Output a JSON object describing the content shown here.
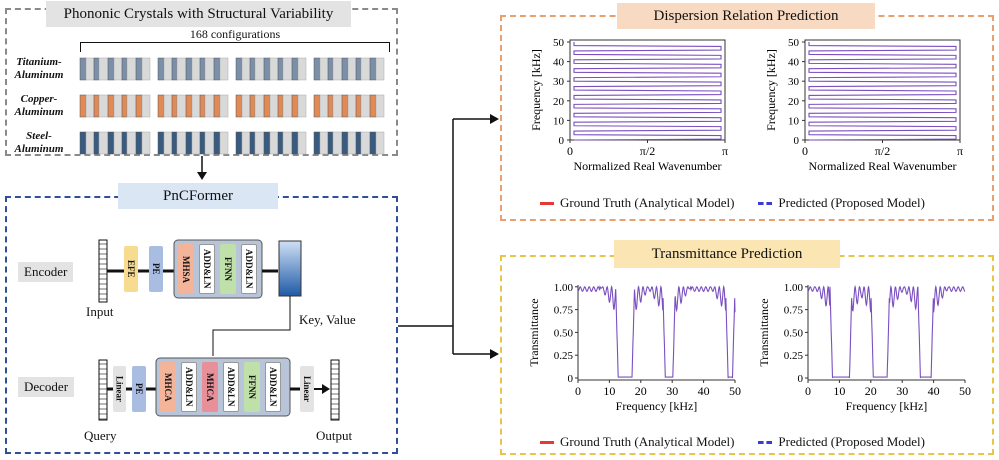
{
  "crystals": {
    "title": "Phononic Crystals with Structural Variability",
    "config_count": "168 configurations",
    "rows": [
      {
        "label_1": "Titanium-",
        "label_2": "Aluminum",
        "color": "#7b8fa8"
      },
      {
        "label_1": "Copper-",
        "label_2": "Aluminum",
        "color": "#e08a56"
      },
      {
        "label_1": "Steel-",
        "label_2": "Aluminum",
        "color": "#3a5b80"
      }
    ]
  },
  "model": {
    "title": "PnCFormer",
    "encoder_label": "Encoder",
    "decoder_label": "Decoder",
    "input_label": "Input",
    "query_label": "Query",
    "output_label": "Output",
    "keyvalue_label": "Key, Value",
    "encoder_blocks": [
      "EFE",
      "PE",
      "MHSA",
      "ADD&LN",
      "FFNN",
      "ADD&LN"
    ],
    "decoder_blocks": [
      "Linear",
      "PE",
      "MHCA",
      "MHCA",
      "ADD&LN",
      "ADD&LN",
      "FFNN",
      "ADD&LN",
      "Linear"
    ]
  },
  "dispersion": {
    "title": "Dispersion Relation Prediction",
    "ylabel": "Frequency [kHz]",
    "xlabel": "Normalized Real Wavenumber",
    "yticks": [
      "0",
      "10",
      "20",
      "30",
      "40",
      "50"
    ],
    "xticks": [
      "0",
      "π/2",
      "π"
    ]
  },
  "transmittance": {
    "title": "Transmittance Prediction",
    "ylabel": "Transmittance",
    "xlabel": "Frequency [kHz]",
    "yticks": [
      "0",
      "0.25",
      "0.50",
      "0.75",
      "1.00"
    ],
    "xticks": [
      "0",
      "10",
      "20",
      "30",
      "40",
      "50"
    ]
  },
  "legend": {
    "truth": "Ground Truth (Analytical Model)",
    "pred": "Predicted (Proposed Model)",
    "truth_color": "#e53935",
    "pred_color": "#3b3bd6"
  },
  "colors": {
    "grey_border": "#8a8a8a",
    "blue_border": "#2f4f9a",
    "orange_border": "#e9a070",
    "yellow_border": "#e8c54a",
    "curve": "#7a4fc0"
  }
}
